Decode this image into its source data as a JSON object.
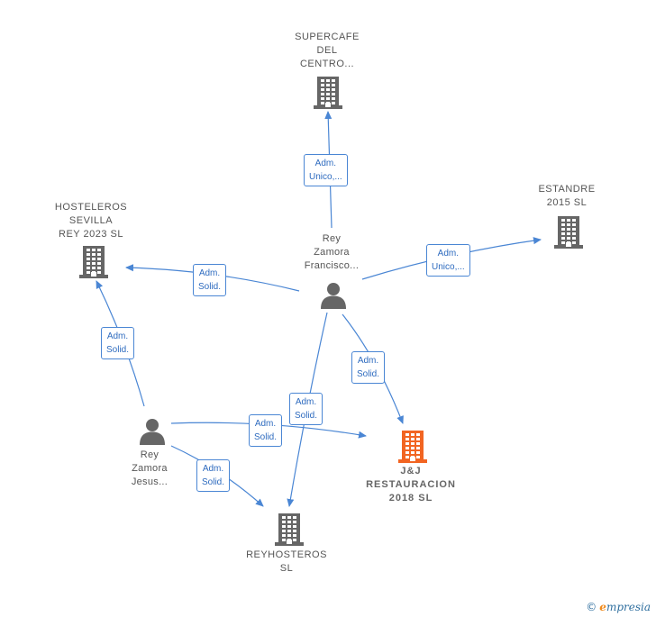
{
  "colors": {
    "edge": "#4a86d4",
    "company": "#666666",
    "company_highlight": "#f26522",
    "person": "#666666"
  },
  "nodes": {
    "supercafe": {
      "lines": [
        "SUPERCAFE",
        "DEL",
        "CENTRO..."
      ],
      "icon": "building-icon"
    },
    "estandre": {
      "lines": [
        "ESTANDRE",
        "2015  SL"
      ],
      "icon": "building-icon"
    },
    "hosteleros": {
      "lines": [
        "HOSTELEROS",
        "SEVILLA",
        "REY 2023  SL"
      ],
      "icon": "building-icon"
    },
    "rey_francisco": {
      "lines": [
        "Rey",
        "Zamora",
        "Francisco..."
      ],
      "icon": "person-icon"
    },
    "jj": {
      "lines": [
        "J&J",
        "RESTAURACION",
        "2018  SL"
      ],
      "icon": "building-icon"
    },
    "rey_jesus": {
      "lines": [
        "Rey",
        "Zamora",
        "Jesus..."
      ],
      "icon": "person-icon"
    },
    "reyhosteros": {
      "lines": [
        "REYHOSTEROS",
        "SL"
      ],
      "icon": "building-icon"
    }
  },
  "edges": [
    {
      "from": "rey_francisco",
      "to": "supercafe",
      "role": [
        "Adm.",
        "Unico,..."
      ]
    },
    {
      "from": "rey_francisco",
      "to": "estandre",
      "role": [
        "Adm.",
        "Unico,..."
      ]
    },
    {
      "from": "rey_francisco",
      "to": "hosteleros",
      "role": [
        "Adm.",
        "Solid."
      ]
    },
    {
      "from": "rey_francisco",
      "to": "jj",
      "role": [
        "Adm.",
        "Solid."
      ]
    },
    {
      "from": "rey_francisco",
      "to": "reyhosteros",
      "role": [
        "Adm.",
        "Solid."
      ]
    },
    {
      "from": "rey_jesus",
      "to": "hosteleros",
      "role": [
        "Adm.",
        "Solid."
      ]
    },
    {
      "from": "rey_jesus",
      "to": "jj",
      "role": [
        "Adm.",
        "Solid."
      ]
    },
    {
      "from": "rey_jesus",
      "to": "reyhosteros",
      "role": [
        "Adm.",
        "Solid."
      ]
    }
  ],
  "brand": {
    "copyright": "©",
    "name_first": "e",
    "name_rest": "mpresia"
  }
}
